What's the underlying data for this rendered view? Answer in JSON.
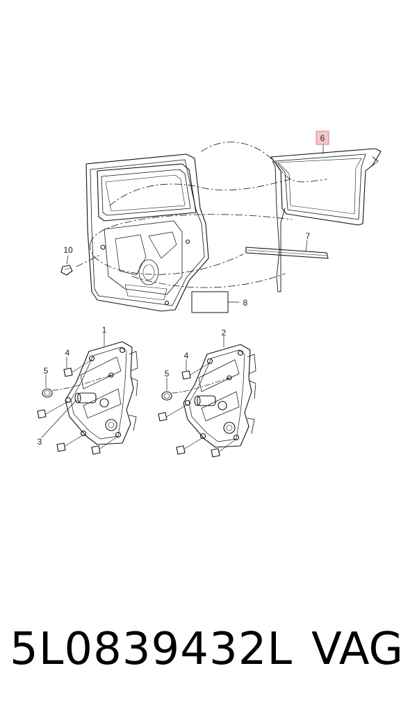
{
  "diagram": {
    "callouts": {
      "c1": "1",
      "c2": "2",
      "c3": "3",
      "c4a": "4",
      "c4b": "4",
      "c5a": "5",
      "c5b": "5",
      "c6": "6",
      "c7": "7",
      "c8": "8",
      "c10": "10"
    },
    "highlight_color": "#f4c6cc",
    "highlight_border": "#e07a88"
  },
  "footer": {
    "part_number": "5L0839432L",
    "brand": "VAG"
  }
}
